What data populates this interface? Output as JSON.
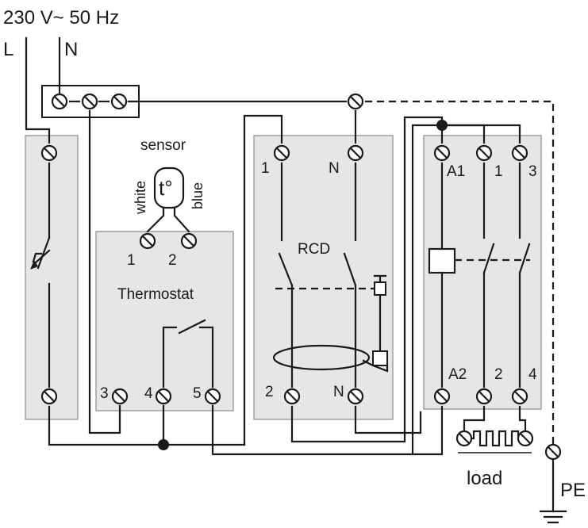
{
  "supply": {
    "voltage_label": "230 V~ 50 Hz",
    "line_label": "L",
    "neutral_label": "N"
  },
  "sensor": {
    "title": "sensor",
    "symbol": "t°",
    "wire_left": "white",
    "wire_right": "blue"
  },
  "thermostat": {
    "title": "Thermostat",
    "sensor_terminals": [
      "1",
      "2"
    ],
    "bottom_terminals": [
      "3",
      "4",
      "5"
    ]
  },
  "rcd": {
    "title": "RCD",
    "top_terminals": [
      "1",
      "N"
    ],
    "bottom_terminals": [
      "2",
      "N"
    ]
  },
  "contactor": {
    "top_terminals": [
      "A1",
      "1",
      "3"
    ],
    "bottom_terminals": [
      "A2",
      "2",
      "4"
    ]
  },
  "load": {
    "label": "load"
  },
  "earth": {
    "label": "PE"
  },
  "colors": {
    "panel": "#e6e6e6",
    "wire": "#1a1a1a",
    "panel_border": "#8a8a8a"
  }
}
